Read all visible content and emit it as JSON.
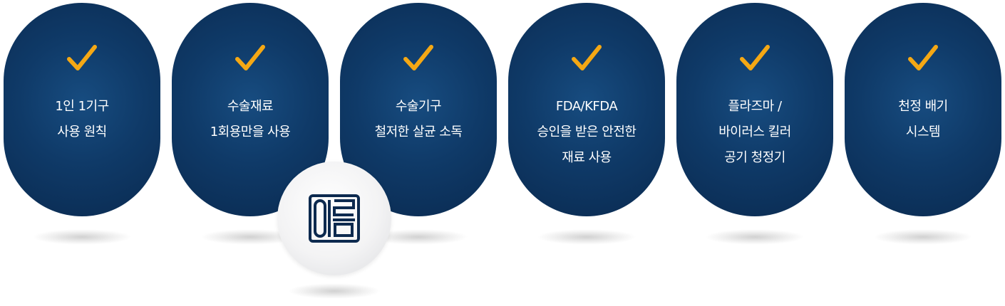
{
  "features": [
    {
      "icon": "check-icon",
      "line1": "1인 1기구",
      "line2": "사용 원칙",
      "line3": ""
    },
    {
      "icon": "check-icon",
      "line1": "수술재료",
      "line2": "1회용만을 사용",
      "line3": ""
    },
    {
      "icon": "check-icon",
      "line1": "수술기구",
      "line2": "철저한 살균 소독",
      "line3": ""
    },
    {
      "icon": "check-icon",
      "line1": "FDA/KFDA",
      "line2": "승인을 받은 안전한",
      "line3": "재료 사용"
    },
    {
      "icon": "check-icon",
      "line1": "플라즈마 /",
      "line2": "바이러스 킬러",
      "line3": "공기 청정기"
    },
    {
      "icon": "check-icon",
      "line1": "천정 배기",
      "line2": "시스템",
      "line3": ""
    }
  ],
  "logo": {
    "icon": "brand-logo-icon",
    "text": "이룸"
  },
  "colors": {
    "card": "#0f3a68",
    "check": "#f5a814",
    "logo": "#0d2a4f"
  }
}
